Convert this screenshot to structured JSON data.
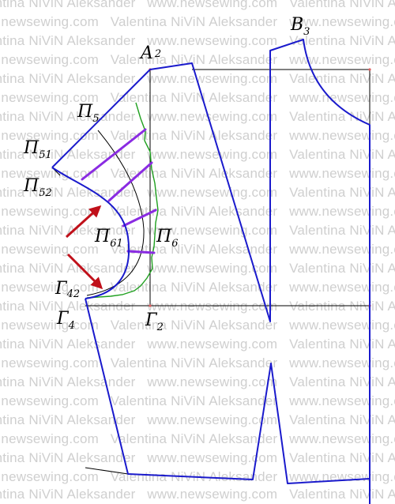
{
  "watermark": {
    "texts": [
      "www.newsewing.com",
      "Valentina NiViN Aleksander"
    ]
  },
  "labels": {
    "b3": "B",
    "b3_sub": "3",
    "a2": "A",
    "a2_sub": "2",
    "p5": "П",
    "p5_sub": "5",
    "p51": "П",
    "p51_sub": "51",
    "p52": "П",
    "p52_sub": "52",
    "p61": "П",
    "p61_sub": "61",
    "p6": "П",
    "p6_sub": "6",
    "g42": "Г",
    "g42_sub": "42",
    "g4": "Г",
    "g4_sub": "4",
    "g2": "Г",
    "g2_sub": "2"
  },
  "colors": {
    "pattern_line": "#1a1acc",
    "construction_line": "#000000",
    "guide_line": "#1fa01f",
    "marker_line": "#8a2be2",
    "arrow": "#c0101a",
    "reference_point": "#e06060",
    "watermark_text": "#cfcfcf"
  }
}
